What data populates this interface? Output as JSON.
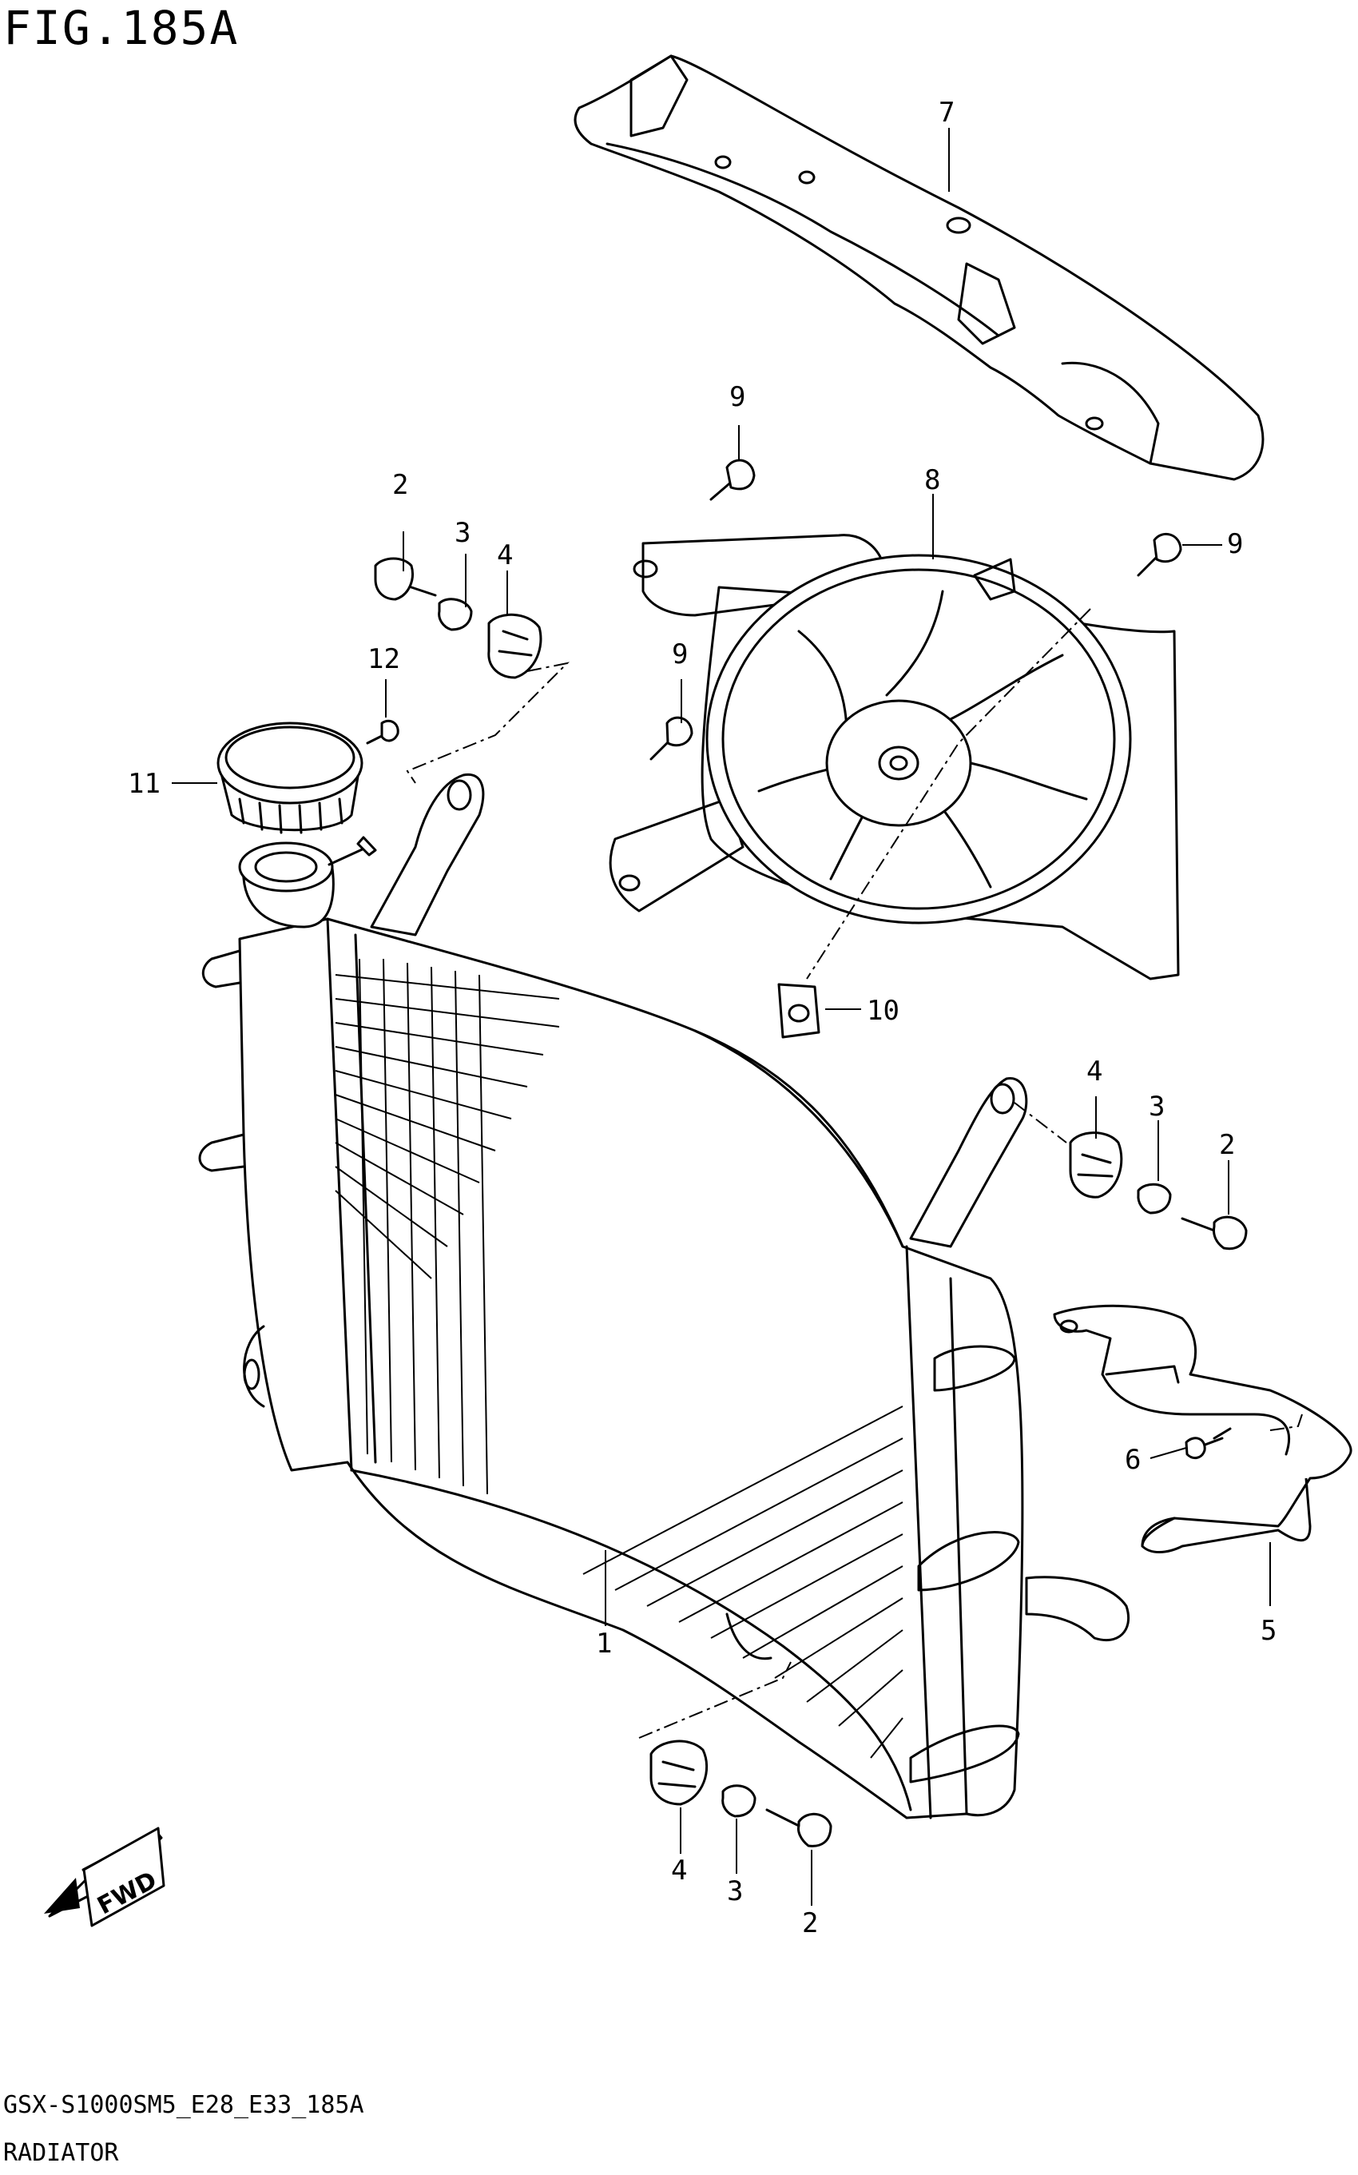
{
  "figure": {
    "title": "FIG.185A",
    "model_code": "GSX-S1000SM5_E28_E33_185A",
    "name": "RADIATOR"
  },
  "fwd_label": "FWD",
  "callouts": {
    "c1": "1",
    "c2a": "2",
    "c2b": "2",
    "c2c": "2",
    "c3a": "3",
    "c3b": "3",
    "c3c": "3",
    "c4a": "4",
    "c4b": "4",
    "c4c": "4",
    "c5": "5",
    "c6": "6",
    "c7": "7",
    "c8": "8",
    "c9a": "9",
    "c9b": "9",
    "c9c": "9",
    "c10": "10",
    "c11": "11",
    "c12": "12"
  }
}
